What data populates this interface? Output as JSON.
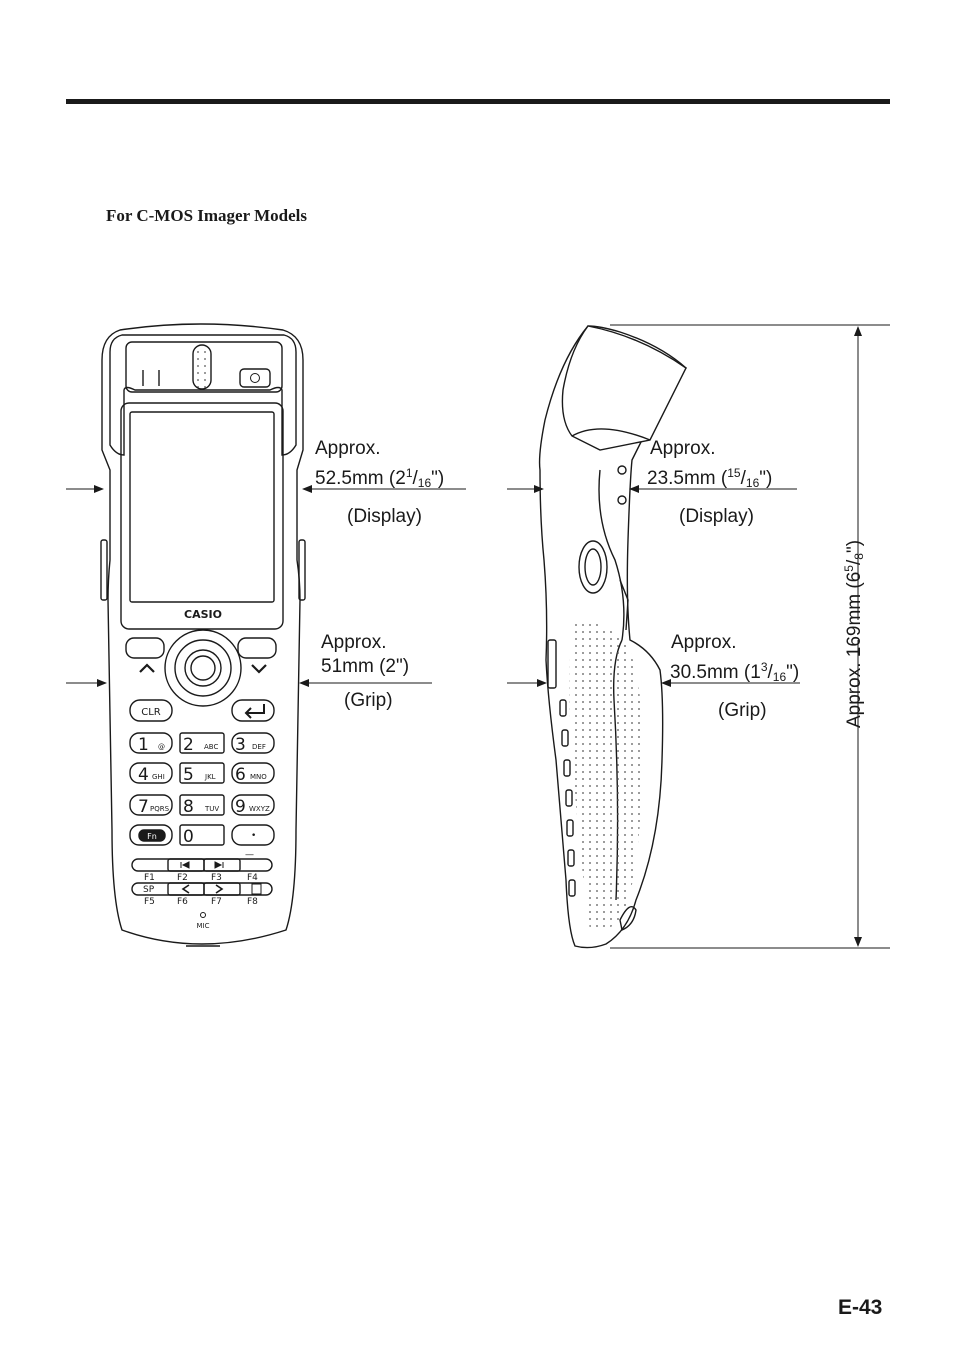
{
  "section_title": "For C-MOS Imager Models",
  "page_number": "E-43",
  "device": {
    "brand": "CASIO",
    "keys": {
      "clr": "CLR",
      "fn": "Fn",
      "sp": "SP",
      "mic": "MIC",
      "digits": [
        {
          "digit": "1",
          "letters": "@"
        },
        {
          "digit": "2",
          "letters": "ABC"
        },
        {
          "digit": "3",
          "letters": "DEF"
        },
        {
          "digit": "4",
          "letters": "GHI"
        },
        {
          "digit": "5",
          "letters": "JKL"
        },
        {
          "digit": "6",
          "letters": "MNO"
        },
        {
          "digit": "7",
          "letters": "PQRS"
        },
        {
          "digit": "8",
          "letters": "TUV"
        },
        {
          "digit": "9",
          "letters": "WXYZ"
        }
      ],
      "zero": "0",
      "dot": "•",
      "minus": "—",
      "function_row_1": [
        "F1",
        "F2",
        "F3",
        "F4"
      ],
      "function_row_2": [
        "F5",
        "F6",
        "F7",
        "F8"
      ]
    }
  },
  "dimensions": {
    "front_display": {
      "approx": "Approx.",
      "mm": "52.5mm (2",
      "whole": "",
      "num": "1",
      "den": "16",
      "close": "\")",
      "label": "(Display)"
    },
    "front_grip": {
      "approx": "Approx.",
      "text": "51mm (2\")",
      "label": "(Grip)"
    },
    "side_display": {
      "approx": "Approx.",
      "mm": "23.5mm (",
      "num": "15",
      "den": "16",
      "close": "\")",
      "label": "(Display)"
    },
    "side_grip": {
      "approx": "Approx.",
      "mm": "30.5mm (1",
      "num": "3",
      "den": "16",
      "close": "\")",
      "label": "(Grip)"
    },
    "height": {
      "mm": "Approx. 169mm (6",
      "num": "5",
      "den": "8",
      "close": "\")"
    }
  }
}
